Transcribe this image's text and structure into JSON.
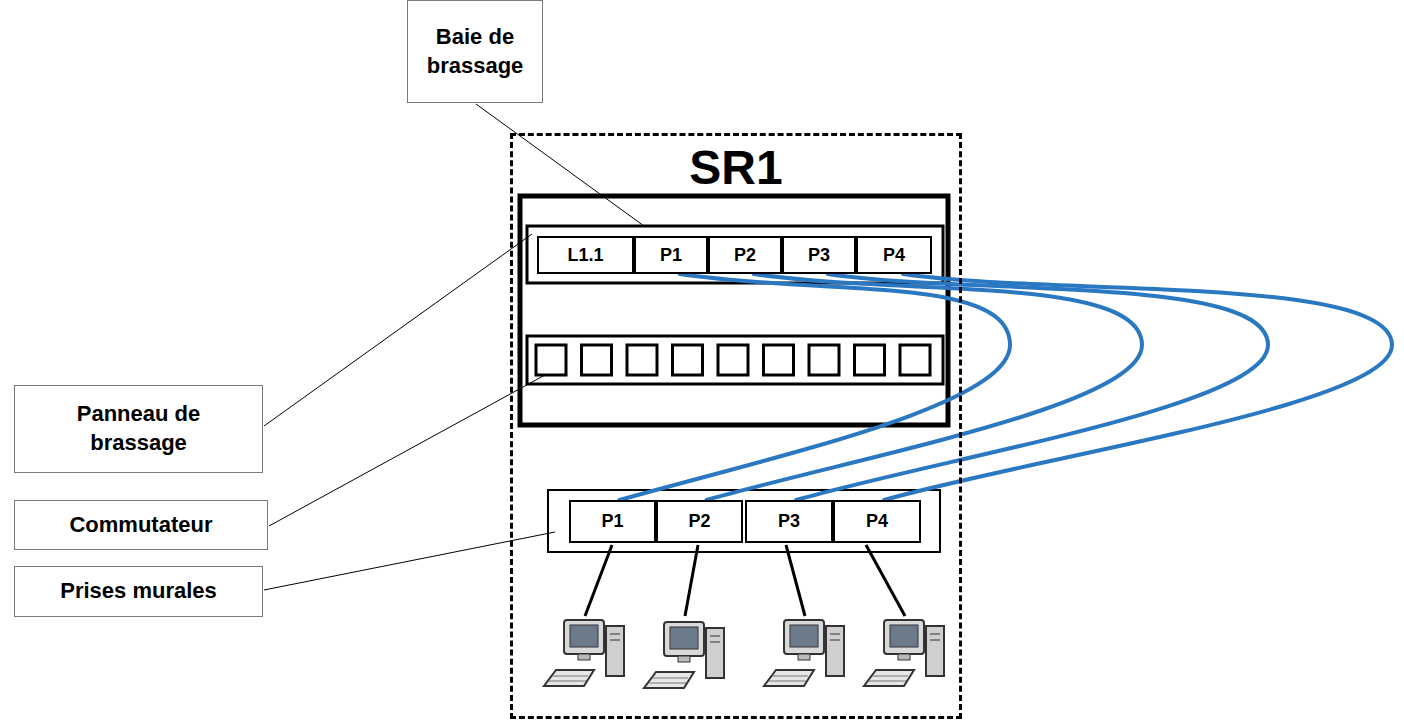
{
  "diagram": {
    "nodes": [
      {
        "text": [
          "Baie de brassage"
        ]
      },
      {
        "text": [
          "SR1"
        ]
      },
      {
        "text": [
          "L1.1"
        ],
        "in": 1
      },
      {
        "text": [
          "P1"
        ],
        "in": 1
      },
      {
        "text": [
          "P2"
        ],
        "in": 1
      },
      {
        "text": [
          "P3"
        ],
        "in": 1
      },
      {
        "text": [
          "P4"
        ],
        "in": 1
      },
      {
        "text": [
          "Panneau de brassage"
        ]
      },
      {
        "text": [
          "Commutateur"
        ]
      },
      {
        "text": [
          "P1"
        ],
        "in": 1
      },
      {
        "text": [
          "P2"
        ],
        "in": 1
      },
      {
        "text": [
          "P3"
        ],
        "in": 1
      },
      {
        "text": [
          "P4"
        ],
        "in": 1
      },
      {
        "text": [
          "Prises murales"
        ]
      }
    ],
    "edges": [
      {
        "from": 3,
        "to": 9,
        "arrow": "none"
      },
      {
        "from": 4,
        "to": 10,
        "arrow": "none"
      },
      {
        "from": 5,
        "to": 11,
        "arrow": "none"
      },
      {
        "from": 6,
        "to": 12,
        "arrow": "none"
      }
    ]
  }
}
